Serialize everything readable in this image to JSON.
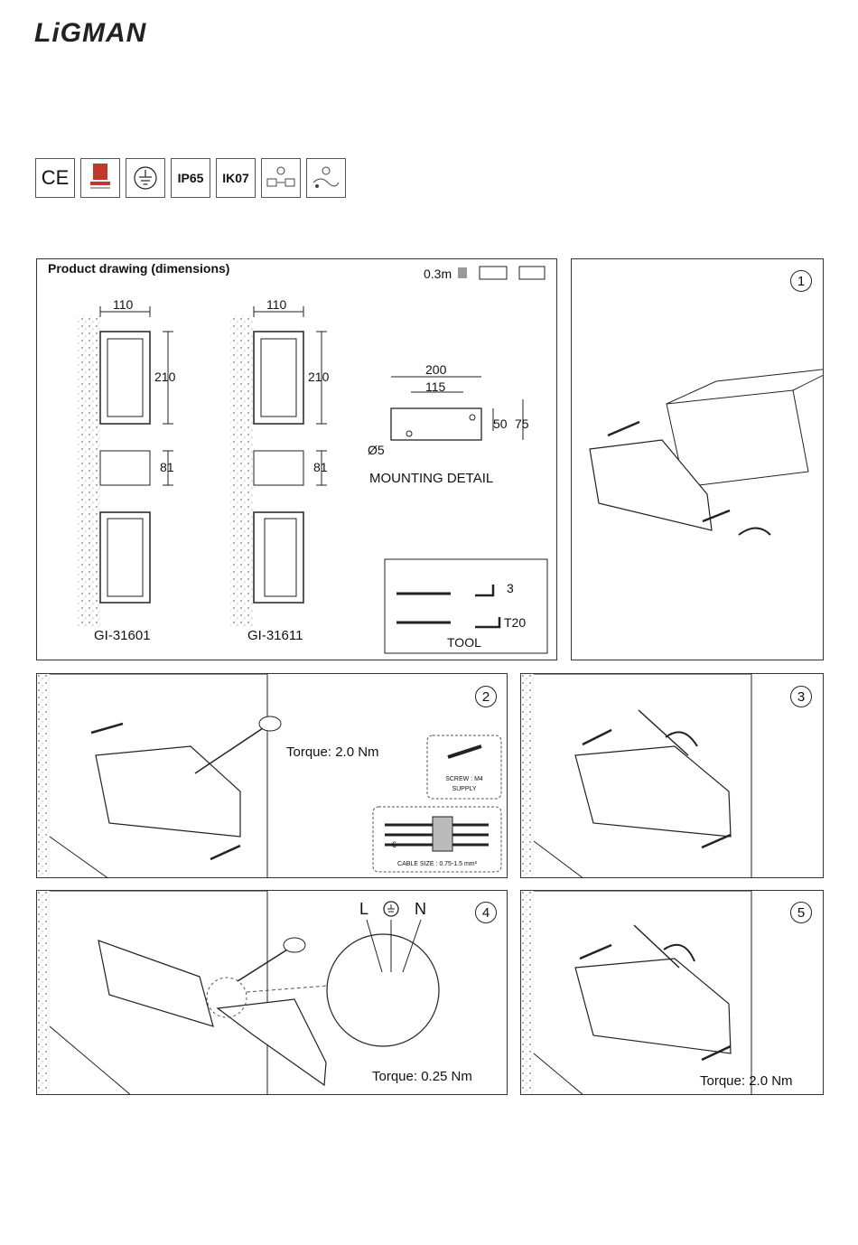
{
  "brand": "LiGMAN",
  "certifications": [
    "CE",
    "",
    "",
    "IP65",
    "IK07",
    "",
    ""
  ],
  "drawing": {
    "title": "Product drawing (dimensions)",
    "distance": "0.3m",
    "width": "110",
    "height": "210",
    "depth": "81",
    "models": [
      "GI-31601",
      "GI-31611"
    ],
    "mounting": {
      "title": "MOUNTING DETAIL",
      "outer": "200",
      "inner": "115",
      "h1": "50",
      "h2": "75",
      "hole": "Ø5"
    },
    "tool": {
      "title": "TOOL",
      "hex": "3",
      "torx": "T20"
    }
  },
  "steps": {
    "s1": "1",
    "s2": "2",
    "s3": "3",
    "s4": "4",
    "s5": "5"
  },
  "step2": {
    "torque": "Torque: 2.0 Nm",
    "screw_line1": "SCREW : M4",
    "screw_line2": "SUPPLY",
    "strip": "6",
    "cable": "CABLE SIZE : 0.75-1.5 mm²"
  },
  "step4": {
    "torque": "Torque: 0.25 Nm",
    "L": "L",
    "N": "N"
  },
  "step5": {
    "torque": "Torque: 2.0 Nm"
  }
}
